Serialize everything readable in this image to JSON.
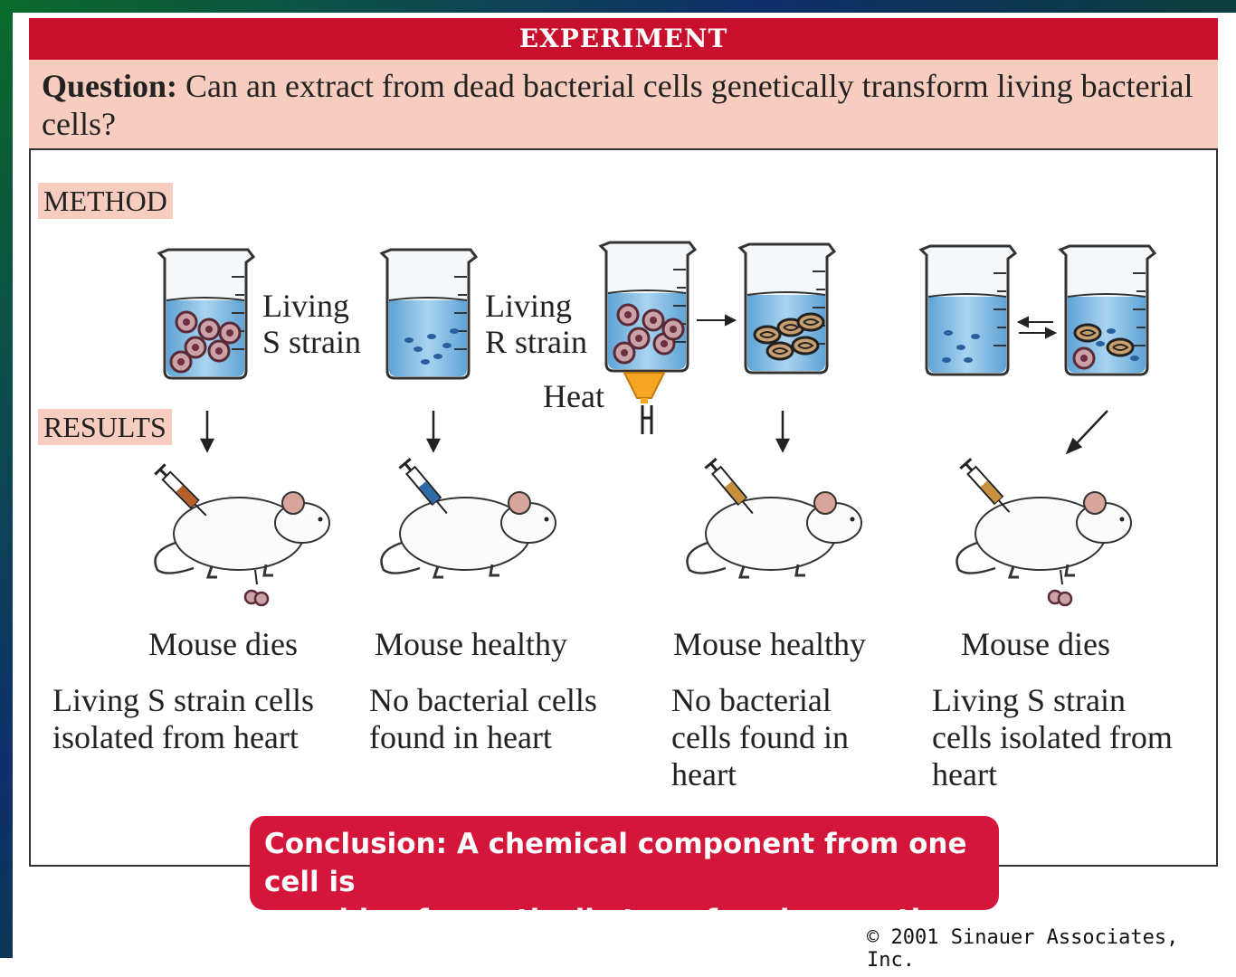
{
  "header": {
    "title": "EXPERIMENT"
  },
  "question": {
    "label": "Question:",
    "text": " Can an extract from dead bacterial cells genetically transform living bacterial cells?"
  },
  "method_label": "METHOD",
  "results_label": "RESULTS",
  "beakers": {
    "living_s_label_1": "Living",
    "living_s_label_2": "S strain",
    "living_r_label_1": "Living",
    "living_r_label_2": "R strain",
    "heat_label": "Heat"
  },
  "columns": [
    {
      "outcome": "Mouse dies",
      "detail_1": "Living S strain cells",
      "detail_2": "isolated from heart",
      "detail_3": ""
    },
    {
      "outcome": "Mouse healthy",
      "detail_1": "No bacterial cells",
      "detail_2": "found in heart",
      "detail_3": ""
    },
    {
      "outcome": "Mouse healthy",
      "detail_1": "No bacterial",
      "detail_2": "cells found in",
      "detail_3": "heart"
    },
    {
      "outcome": "Mouse dies",
      "detail_1": "Living S strain",
      "detail_2": "cells isolated from",
      "detail_3": "heart"
    }
  ],
  "conclusion": {
    "line_1": "Conclusion: A chemical component from one cell is",
    "line_2": "capable of genetically transforming another cell."
  },
  "copyright": "© 2001 Sinauer Associates, Inc.",
  "colors": {
    "header_red": "#c8102e",
    "question_pink": "#f7cdbf",
    "conclusion_red": "#d4163a",
    "water_blue": "#8fc3e6"
  }
}
